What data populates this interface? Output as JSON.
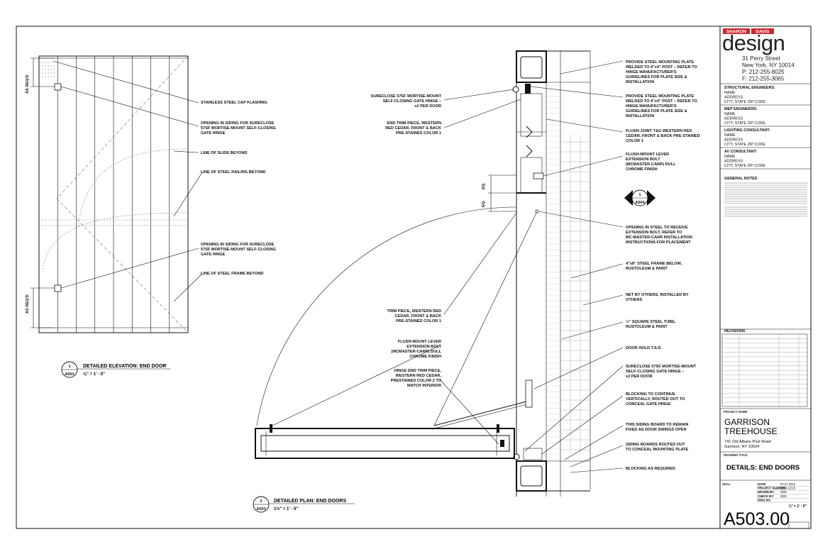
{
  "firm": {
    "name_left": "SHARON",
    "name_right": "DAVIS",
    "wordmark": "design",
    "address_lines": [
      "31 Perry Street",
      "New York, NY 10014",
      "P: 212-255-8025",
      "F: 212-255-3065"
    ]
  },
  "consultants": [
    {
      "title": "STRUCTURAL ENGINEERS:",
      "lines": [
        "NAME",
        "ADDRESS",
        "CITY, STATE ZIP CODE"
      ]
    },
    {
      "title": "MEP ENGINEERS:",
      "lines": [
        "NAME",
        "ADDRESS",
        "CITY, STATE ZIP CODE"
      ]
    },
    {
      "title": "LIGHTING CONSULTANT:",
      "lines": [
        "NAME",
        "ADDRESS",
        "CITY, STATE ZIP CODE"
      ]
    },
    {
      "title": "AV CONSULTANT:",
      "lines": [
        "NAME",
        "ADDRESS",
        "CITY, STATE ZIP CODE"
      ]
    }
  ],
  "general_notes_title": "GENERAL NOTES",
  "revisions_title": "REVISIONS",
  "project": {
    "label": "PROJECT NAME:",
    "name_lines": [
      "GARRISON",
      "TREEHOUSE"
    ],
    "address_lines": [
      "741 Old Albany Post Road",
      "Garrison, NY 10524"
    ]
  },
  "drawing": {
    "label": "DRAWING TITLE:",
    "title": "DETAILS: END DOORS",
    "number": "A503.00"
  },
  "info": {
    "seal_label": "SEAL:",
    "rows": [
      {
        "label": "DATE:",
        "value": "07.27.2012"
      },
      {
        "label": "PROJECT NUMBER:",
        "value": "2012-123.5"
      },
      {
        "label": "DRAWN BY:",
        "value": "SDD"
      },
      {
        "label": "CHECK BY:",
        "value": "SDD"
      },
      {
        "label": "DWG NO:",
        "value": ""
      }
    ],
    "scale": "⅛\" = 1' - 0\""
  },
  "left_detail": {
    "dim_labels": [
      "AS REQ'D",
      "AS REQ'D"
    ],
    "notes": [
      "STAINLESS STEEL CAP FLASHING",
      "OPENING IN SIDING FOR SURECLOSE|57SF MORTISE-MOUNT SELF-CLOSING|GATE HINGE",
      "LINE OF SLIDE BEYOND",
      "LINE OF STEEL RAILING BEYOND",
      "OPENING IN SIDING FOR SURECLOSE|57SF MORTISE-MOUNT SELF-CLOSING|GATE HINGE",
      "LINE OF STEEL FRAME BEYOND"
    ],
    "tag_number": "1",
    "tag_sheet": "A503",
    "title": "DETAILED ELEVATION: END DOOR",
    "scale": "⅝\" = 1' - 0\""
  },
  "plan_detail": {
    "left_notes": [
      "SURECLOSE 57SF MORTISE-MOUNT|SELF-CLOSING GATE HINGE –|x2 PER DOOR",
      "END TRIM PIECE, WESTERN|RED CEDAR, FRONT & BACK|PRE-STAINED COLOR 1",
      "TRIM PIECE, WESTERN RED|CEDAR, FRONT & BACK|PRE-STAINED COLOR 1",
      "FLUSH-MOUNT LEVER|EXTENSION BOLT|(MCMASTER-CARR) DULL|CHROME FINISH",
      "HINGE END TRIM PIECE,|WESTERN RED CEDAR,|PRESTAINED COLOR 2 TO|MATCH INTERIOR"
    ],
    "right_notes": [
      "PROVIDE STEEL MOUNTING PLATE|WELDED TO 4\"x4\" POST – REFER TO|HINGE MANUFACTURER'S|GUIDELINES FOR PLATE SIZE &|INSTALLATION",
      "PROVIDE STEEL MOUNTING PLATE|WELDED TO 4\"x4\" POST – REFER TO|HINGE MANUFACTURER'S|GUIDELINES FOR PLATE SIZE &|INSTALLATION",
      "FLUSH-JOINT T&G WESTERN RED|CEDAR, FRONT & BACK PRE-STAINED|COLOR 2",
      "FLUSH-MOUNT LEVER|EXTENSION BOLT|(MCMASTER-CARR) DULL|CHROME FINISH",
      "OPENING IN STEEL TO RECEIVE|EXTENSION BOLT, REFER TO|MC-MASTER-CARR INSTALLATION|INSTRUCTIONS FOR PLACEMENT",
      "4\"x8\" STEEL FRAME BELOW,|RUSTOLEUM & PAINT",
      "NET BY OTHERS, INSTALLED BY|OTHERS",
      "½\" SQUARE STEEL TUBE,|RUSTOLEUM & PAINT",
      "DOOR HOLD T.S.D.",
      "SURECLOSE 57SF MORTISE-MOUNT|SELF-CLOSING GATE HINGE –|x2 PER DOOR",
      "BLOCKING TO CONTINUE|VERTICALLY, ROUTED OUT TO|CONCEAL GATE HINGE",
      "THIS SIDING BOARD TO REMAIN|FIXED AS DOOR SWINGS OPEN",
      "SIDING BOARDS ROUTED OUT|TO CONCEAL MOUNTING PLATE",
      "BLOCKING AS REQUIRED"
    ],
    "eq_labels": [
      "EQ.",
      "EQ."
    ],
    "section_tag_number": "1",
    "section_tag_sheet": "A504",
    "tag_number": "2",
    "tag_sheet": "A503",
    "title": "DETAILED PLAN: END DOORS",
    "scale": "1½\" = 1' - 0\""
  }
}
